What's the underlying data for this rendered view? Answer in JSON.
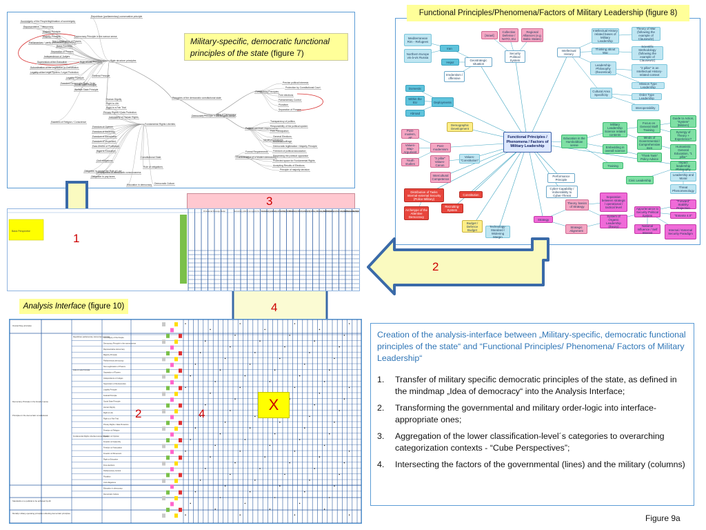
{
  "mindmap": {
    "label_text": "Military-specific, democratic functional principles of the state",
    "label_fig": "(figure 7)",
    "nodes": [
      "Republican (parliamentary) conservative principle",
      "Sovereignty of the People/legitimation of sovereignty",
      "Representative- / democracy",
      "Majority Principle",
      "Majority Principle",
      "Democracy Principle in the narrow sense",
      "Parliamentary / partly presidential democracy",
      "Non-Legitimation of Powers",
      "Basic Freedom",
      "Separation of Powers",
      "Independence of Judges",
      "Supervision of the Executive",
      "Rule of Law Principle",
      "Subordination of the Legislative to Constitution",
      "Legality of the Legal System / Legal Protection",
      "Legality Principle",
      "Freedom Democratic Basic Order",
      "State structure principles",
      "Federal Principle",
      "Social State Principle",
      "Welfare State Principle",
      "Principles of the democratic constitutional state",
      "Human Dignity",
      "Right to Life",
      "Right to a Fair Trial",
      "Privacy Rights / Data Protection",
      "Inviolability of Human Rights",
      "Freedom of Religion / Conscience",
      "Freedom of Opinion",
      "Freedom of Assembly",
      "Freedom of Association",
      "Freedom of Movement",
      "Free Choice of Profession",
      "Right to Education",
      "Fundamental Rights Liberties",
      "Idea of Democracy",
      "Democracy Principle in the broader sense",
      "Precise political interests",
      "Protection by Constitutional Court",
      "Political minimum requirements",
      "Identifying features",
      "Characteristics of a Modern democracy",
      "Transparency of politics",
      "Responsibility of the political system",
      "Free Participation",
      "Rule of obligations",
      "Civil obligations",
      "Obligation to accept the Rule of Law",
      "Obligation to pay taxes",
      "Free elections",
      "Parliamentary Control",
      "Pluralism",
      "Separation of Powers",
      "General Elections",
      "Universal suffrage",
      "Democratic legitimation / Majority Principle",
      "Freedom of political association",
      "Respecting the political opposition",
      "Protected space for Fundamental Rights",
      "Accepting Results of Elections",
      "Principle of majority decision",
      "Constitutional State",
      "Education in democracy",
      "Democratic Culture",
      "Development of democratic consciousness",
      "Overarching Principles",
      "Formal Requirements"
    ]
  },
  "conceptmap": {
    "title": "Functional Principles/Phenomena/Factors of Military Leadership (figure 8)",
    "center": "Functional Principles / Phenomena / Factors of Military Leadership",
    "nodes": {
      "n1": "Mediterranean Rim - Refugees",
      "n2": "Northern Europe vis-à-vis Russia",
      "n3": "Iran",
      "n4": "Hejaz",
      "n5": "Geostrategic situation",
      "n6": "Irredentism / offensive",
      "n7": "[Israel]",
      "n8": "Collective Defense / NATO, EU",
      "n9": "Regional Alliances (e.g. Baltic States)",
      "n10": "Security Political System",
      "n11": "Domestic",
      "n12": "Within the EU",
      "n13": "Abroad",
      "n14": "Deployments",
      "n15": "Intellectual History",
      "n16": "Intellectual History related bases of Military Leadership",
      "n17": "Theory of War (following the example of Clausewitz)",
      "n18": "Thinking about War",
      "n19": "Scientific Methodology (following the example of Clausewitz)",
      "n20": "Leadership-Philosophy (theoretical)",
      "n21": "\"2 pillar\" in an Intellectual History-related context",
      "n22": "Mission Type Leadership",
      "n23": "Cultural Area Specificity",
      "n24": "Order Type Leadership",
      "n25": "Interoperability",
      "n26": "Demographic Development",
      "n27": "Post-modern, AF",
      "n28": "Values-Wap-Argument",
      "n29": "Post-modernism",
      "n30": "Youth studies",
      "n31": "\"2 pillar\" Values-Canon",
      "n32": "Values-\"Constitution\"",
      "n33": "Intercultural Competence",
      "n34": "Education in the Humboldtian sense",
      "n35": "Military Leadership Science related contents",
      "n36": "Focus on General Staff Training",
      "n37": "Guide to Action, \"System\" (Bildern)",
      "n38": "Synergy of Theory + Experience?",
      "n39": "Minds of Governmental / Comprehensive men",
      "n40": "Humanistic General Education, \"1 pillar\"",
      "n41": "Embedding in overall science",
      "n42": "Training",
      "n43": "\"Think Tank\" Policy Advice",
      "n44": "Impact leadership Philosophy",
      "n45": "Leadership and Moral",
      "n46": "Civic Leadership",
      "n47": "Threat Phenomenology",
      "n48": "Distribution of Tasks Internal-external Security (Police-Military)",
      "n49": "Constitution",
      "n50": "Recruiting-System",
      "n51": "Archetype of the Attentive Democracy",
      "n52": "Budget / Defence Budget",
      "n53": "Technology-Standard / Widening Margin",
      "n54": "Performance Principle",
      "n55": "Cyber-Capability / Vulnerability to Cyber-Threat",
      "n56": "Strategy",
      "n57": "Theory, basics of Strategy",
      "n58": "Strategic Alignment",
      "n59": "Separation between strategic / operational / tactical level",
      "n60": "System of Organic Leadership (theory)",
      "n61": "Appurtenance to Security Political System",
      "n62": "\"Forward\" Stability Projection",
      "n63": "\"Entente 4.0\"",
      "n64": "National Influence / Self Interest",
      "n65": "Internal / External Security Paradigm"
    }
  },
  "grid": {
    "cube_perspectives_label": "",
    "analysis_label": "Analysis Interface",
    "analysis_fig": "(figure 10)",
    "yellow_cell_label": "Basic Perspective",
    "top_header_cells": [
      "Professional Sovereign Model",
      "Democracy political (as regards the Constitution) as a value of the state Functions",
      "Democracy political (compatibility) which contents the Functional Structure, the state and the civil",
      "Historical-political (underlying of the political system) Historical or the individual Perspective of the Functions",
      "Political (composition) independence of the Functions and the state of Mission-Leadership",
      "Defined Leadership"
    ],
    "left_groups": [
      "Democracy Principle in the broader sense",
      "Overarching principles",
      "Principles in the democratic constitutional",
      "Standards on a political to be achieved by AF",
      "Morally/ military-operating principles reflecting democratic principles"
    ],
    "mid_groups": [
      "Republican parliamentary democracy principle",
      "Rule of Law Principle",
      "Fundamental Rights Liberties Human Dignity"
    ],
    "row_items": [
      "Sovereignty of the People",
      "Democracy Principle in the narrow sense",
      "Representative democracy",
      "Majority Principle",
      "Parliamentary democracy",
      "Non-Legitimation of Powers",
      "Separation of Powers",
      "Independence of Judges",
      "Supervision of the Executive",
      "Legality Principle",
      "Federal Principle",
      "Social State Principle",
      "Human Dignity",
      "Right to Life",
      "Right to a Fair Trial",
      "Privacy Rights / Data Protection",
      "Freedom of Religion",
      "Freedom of Opinion",
      "Freedom of Assembly",
      "Freedom of Association",
      "Freedom of Movement",
      "Right to Education",
      "Free elections",
      "Parliamentary Control",
      "Pluralism",
      "Civil obligations",
      "Education in democracy",
      "Democratic Culture"
    ]
  },
  "numbers": {
    "n1": "1",
    "n2a": "2",
    "n2b": "2",
    "n3": "3",
    "n4a": "4",
    "n4b": "4",
    "x": "X"
  },
  "panel": {
    "heading": "Creation of the analysis-interface between „Military-specific, democratic functional principles of the state“  and “Functional Principles/ Phenomena/ Factors of Military Leadership“",
    "items": [
      {
        "idx": "1.",
        "text": "Transfer of military specific democratic principles of the state, as defined in the mindmap  „Idea of democracy“  into the Analysis Interface;"
      },
      {
        "idx": "2.",
        "text": "Transforming the governmental and military order-logic  into interface-appropriate ones;"
      },
      {
        "idx": "3.",
        "text": "Aggregation of the lower classification-level´s categories to overarching categorization contexts  - “Cube Perspectives”;"
      },
      {
        "idx": "4.",
        "text": "Intersecting the factors of the governmental (lines) and the military (columns)"
      }
    ]
  },
  "figure_caption": "Figure 9a",
  "colors": {
    "arrow_fill": "#fafac0",
    "arrow_stroke": "#3a6aa8",
    "panel_heading": "#2e75b6",
    "highlight_yellow": "#ffff99",
    "number_red": "#cc0000"
  }
}
